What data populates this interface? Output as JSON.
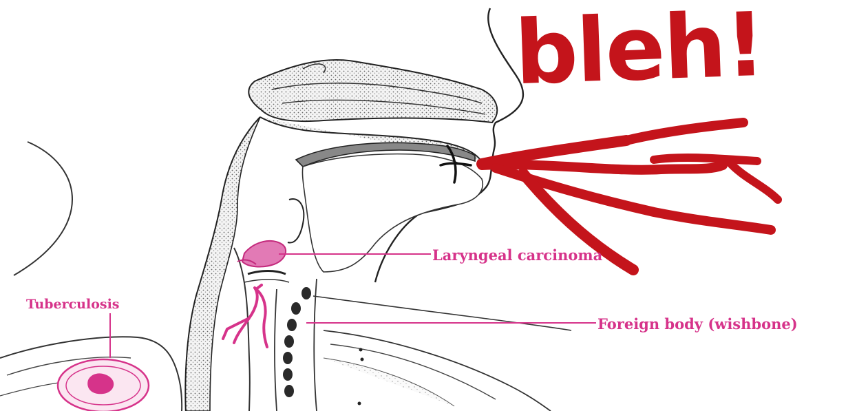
{
  "exclamation": "bleh!",
  "labels": {
    "laryngeal": "Laryngeal carcinoma",
    "foreign_body": "Foreign body (wishbone)",
    "tuberculosis": "Tuberculosis"
  },
  "colors": {
    "ink": "#222222",
    "label_magenta": "#d6338a",
    "vomit_red": "#c4141b"
  }
}
